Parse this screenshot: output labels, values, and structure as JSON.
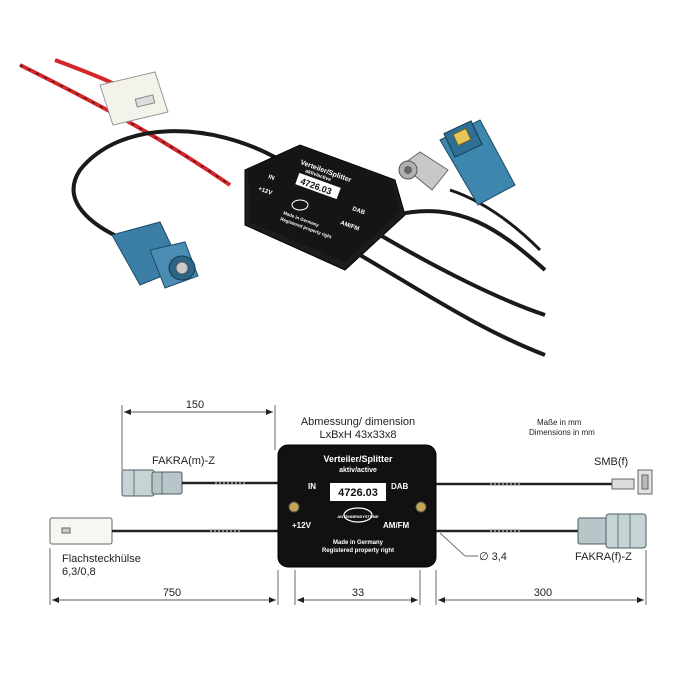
{
  "photo": {
    "box_title": "Verteiler/Splitter",
    "box_subtitle": "aktiv/active",
    "part_number": "4726.03",
    "in_label": "IN",
    "dab_label": "DAB",
    "v12_label": "+12V",
    "amfm_label": "AM/FM",
    "made_in": "Made in Germany",
    "registered": "Registered property right"
  },
  "drawing": {
    "dimension_heading": "Abmessung/ dimension",
    "dimension_value": "LxBxH 43x33x8",
    "units_de": "Maße in mm",
    "units_en": "Dimensions in mm",
    "dim_top_left": "150",
    "dim_bottom_left": "750",
    "dim_bottom_mid": "33",
    "dim_bottom_right": "300",
    "fakra_m": "FAKRA(m)-Z",
    "smb": "SMB(f)",
    "fakra_f": "FAKRA(f)-Z",
    "flach_1": "Flachsteckhülse",
    "flach_2": "6,3/0,8",
    "diameter": "∅ 3,4",
    "box_title": "Verteiler/Splitter",
    "box_subtitle": "aktiv/active",
    "part_number": "4726.03",
    "in_label": "IN",
    "dab_label": "DAB",
    "v12_label": "+12V",
    "amfm_label": "AM/FM",
    "logo_text": "ANTENNENSYSTEME",
    "made_in": "Made in Germany",
    "registered": "Registered property right"
  }
}
